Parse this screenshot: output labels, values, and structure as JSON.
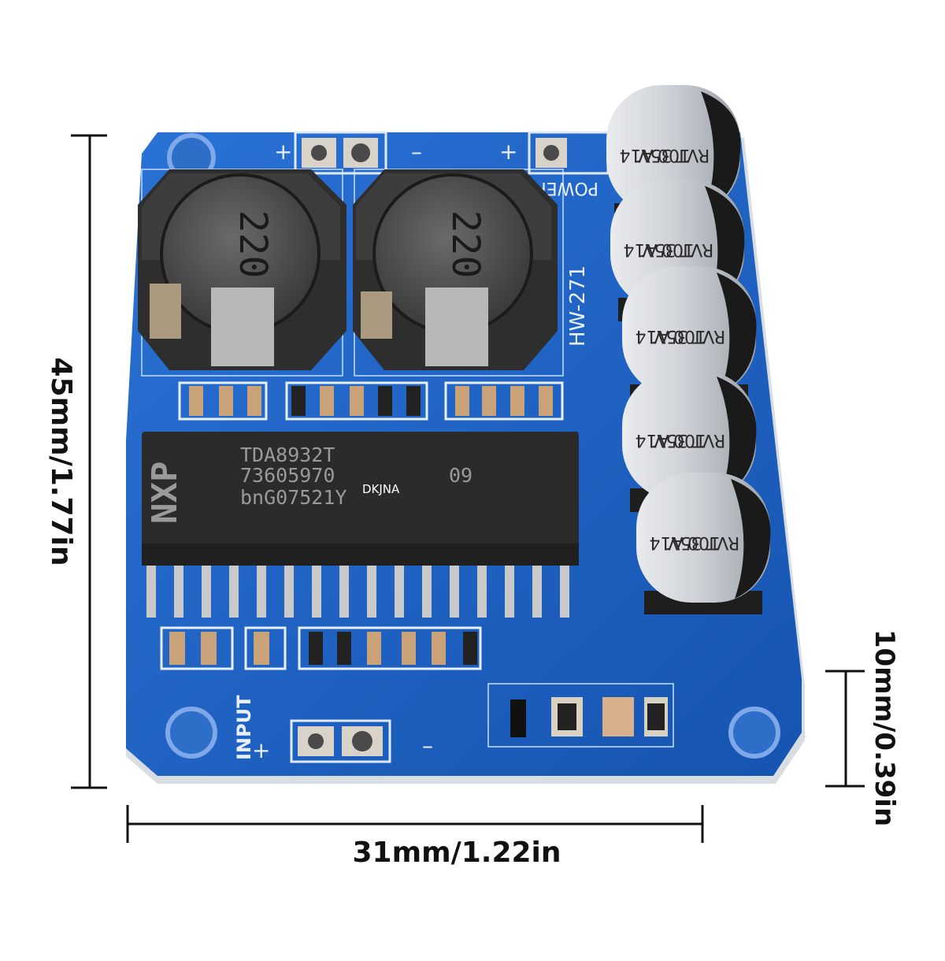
{
  "dimensions": {
    "height_label": "45mm/1.77in",
    "width_label": "31mm/1.22in",
    "thickness_label": "10mm/0.39in"
  },
  "chip": {
    "brand": "NXP",
    "line1": "TDA8932T",
    "line2": "73605970",
    "line2_suffix": "09",
    "line3": "bnG07521Y"
  },
  "watermark": "DKJNA",
  "board": {
    "model": "HW-271",
    "power_label": "POWER",
    "input_label": "INPUT",
    "plus": "+",
    "minus": "–"
  },
  "inductors": {
    "marking": "220"
  },
  "capacitors": {
    "line1": "RVT",
    "line2": "100",
    "line3": "35V",
    "line4": "A14"
  },
  "colors": {
    "pcb": "#1f63c4",
    "pcb_dark": "#1553ad",
    "chip": "#2b2b2b",
    "cap": "#cfd3d8",
    "pin": "#c9c9c9"
  }
}
